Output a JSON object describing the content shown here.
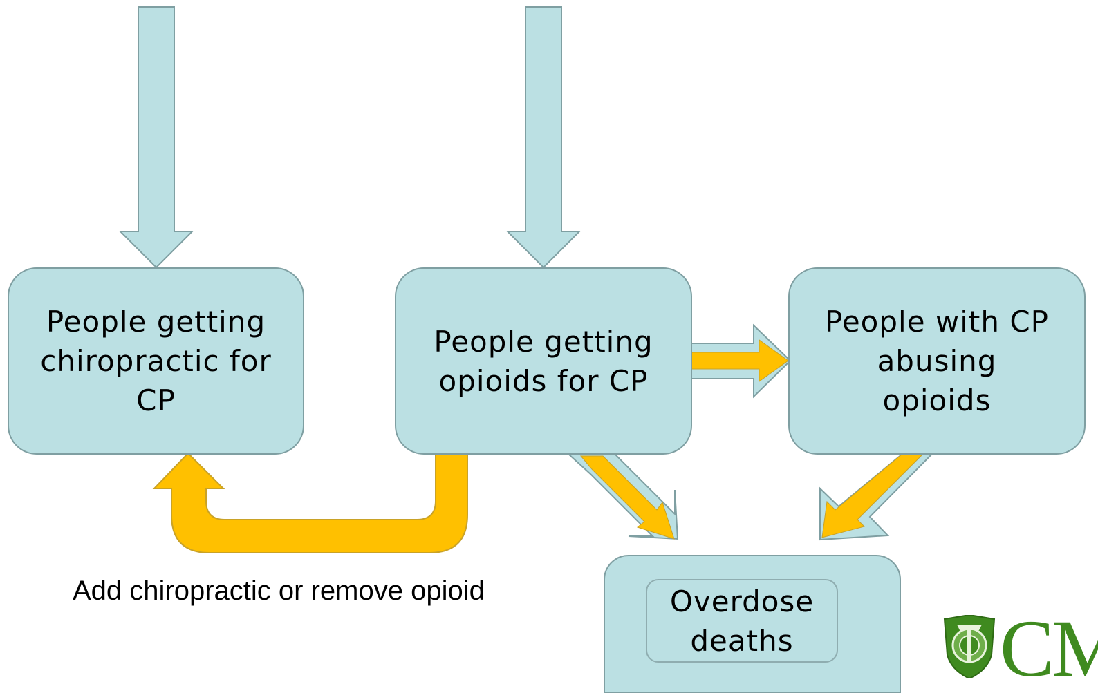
{
  "colors": {
    "box_fill": "#bbe0e3",
    "box_border": "#7f9fa2",
    "flow_arrow": "#ffc000",
    "logo_green": "#3f8a1f"
  },
  "nodes": {
    "chiro": {
      "label": "People getting\nchiropractic for\nCP"
    },
    "opioids": {
      "label": "People getting\nopioids for CP"
    },
    "abusing": {
      "label": "People with CP\nabusing\nopioids"
    },
    "deaths": {
      "label": "Overdose\ndeaths"
    }
  },
  "caption": "Add chiropractic or remove opioid",
  "logo": {
    "icon": "seal-emblem-icon",
    "text": "CM"
  }
}
